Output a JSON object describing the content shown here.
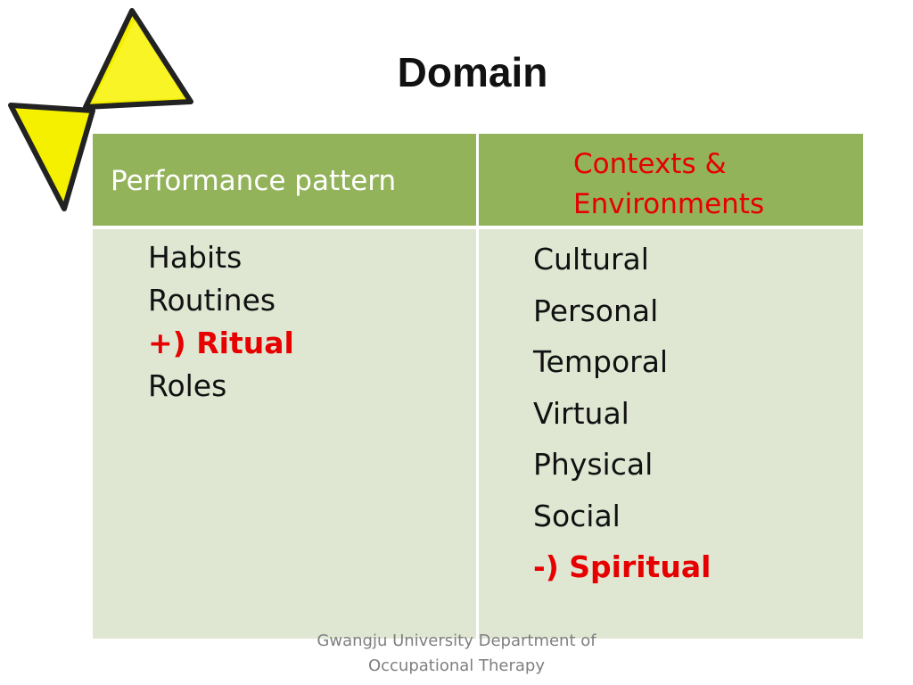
{
  "slide": {
    "title": "Domain",
    "logo_icon": "yellow-hourglass-logo-icon"
  },
  "table": {
    "header_bg": "#93b35a",
    "body_bg": "#dfe7d3",
    "columns": [
      {
        "header_lines": [
          "Performance pattern"
        ],
        "header_color": "#ffffff",
        "items": [
          {
            "text": "Habits",
            "highlight": false
          },
          {
            "text": "Routines",
            "highlight": false
          },
          {
            "text": "+) Ritual",
            "highlight": true
          },
          {
            "text": "Roles",
            "highlight": false
          }
        ]
      },
      {
        "header_lines": [
          "Contexts &",
          "Environments"
        ],
        "header_color": "#e60000",
        "items": [
          {
            "text": "Cultural",
            "highlight": false
          },
          {
            "text": "Personal",
            "highlight": false
          },
          {
            "text": "Temporal",
            "highlight": false
          },
          {
            "text": "Virtual",
            "highlight": false
          },
          {
            "text": "Physical",
            "highlight": false
          },
          {
            "text": "Social",
            "highlight": false
          },
          {
            "text": "-) Spiritual",
            "highlight": true
          }
        ]
      }
    ]
  },
  "footer": {
    "lines": [
      "Gwangju University Department of",
      "Occupational Therapy"
    ]
  }
}
